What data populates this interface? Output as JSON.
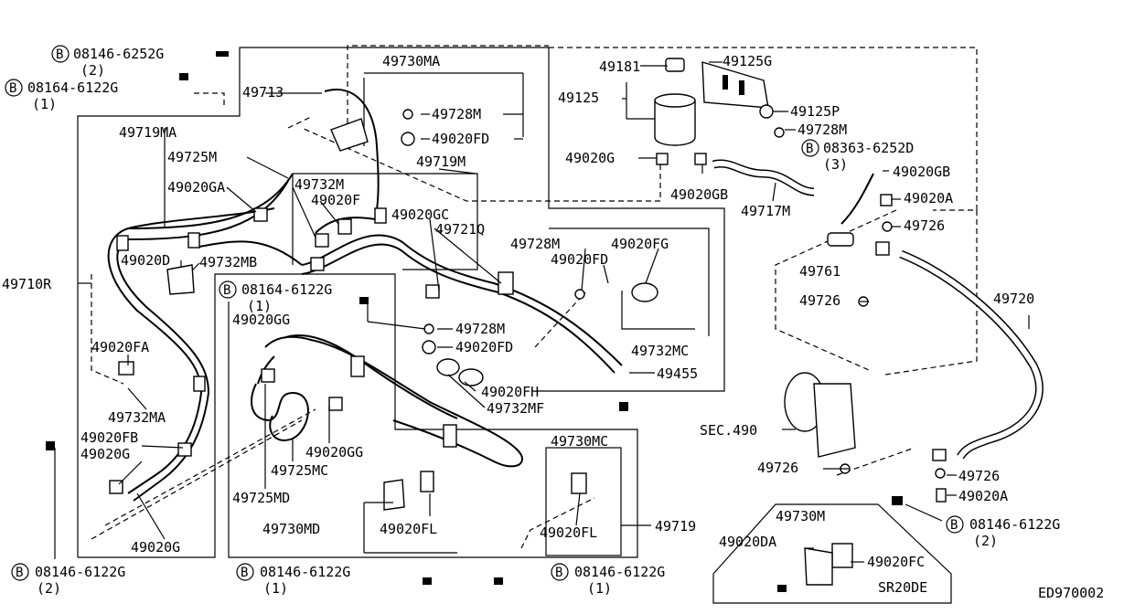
{
  "diagram": {
    "code": "ED970002",
    "section_ref": "SEC.490",
    "engine_variant": "SR20DE",
    "labels": {
      "l_49730MA": "49730MA",
      "l_49713": "49713",
      "l_49728M_a": "49728M",
      "l_49020FD_a": "49020FD",
      "l_49719MA": "49719MA",
      "l_49725M": "49725M",
      "l_49020GA": "49020GA",
      "l_49732M": "49732M",
      "l_49020F": "49020F",
      "l_49719M": "49719M",
      "l_49020GC": "49020GC",
      "l_49721Q": "49721Q",
      "l_49020D": "49020D",
      "l_49732MB": "49732MB",
      "l_49710R": "49710R",
      "l_49020GG_a": "49020GG",
      "l_49728M_b": "49728M",
      "l_49020FD_b": "49020FD",
      "l_49728M_c": "49728M",
      "l_49020FG": "49020FG",
      "l_49020FD_c": "49020FD",
      "l_49732MC": "49732MC",
      "l_49455": "49455",
      "l_49020FA": "49020FA",
      "l_49020FH": "49020FH",
      "l_49732MF": "49732MF",
      "l_49732MA": "49732MA",
      "l_49020FB": "49020FB",
      "l_49020G_a": "49020G",
      "l_49020GG_b": "49020GG",
      "l_49725MC": "49725MC",
      "l_49725MD": "49725MD",
      "l_49020G_b": "49020G",
      "l_49730MD": "49730MD",
      "l_49020FL_a": "49020FL",
      "l_49730MC": "49730MC",
      "l_49020FL_b": "49020FL",
      "l_49719": "49719",
      "l_49181": "49181",
      "l_49125G": "49125G",
      "l_49125": "49125",
      "l_49125P": "49125P",
      "l_49728M_d": "49728M",
      "l_49020G_c": "49020G",
      "l_49020GB_a": "49020GB",
      "l_49717M": "49717M",
      "l_49020GB_b": "49020GB",
      "l_49020A_a": "49020A",
      "l_49726_a": "49726",
      "l_49761": "49761",
      "l_49726_b": "49726",
      "l_49720": "49720",
      "l_49726_c": "49726",
      "l_49726_d": "49726",
      "l_49020A_b": "49020A",
      "l_49730M": "49730M",
      "l_49020DA": "49020DA",
      "l_49020FC": "49020FC"
    },
    "bolt_callouts": [
      {
        "marker": "B",
        "part": "08146-6252G",
        "qty": "(2)"
      },
      {
        "marker": "B",
        "part": "08164-6122G",
        "qty": "(1)"
      },
      {
        "marker": "B",
        "part": "08164-6122G",
        "qty": "(1)"
      },
      {
        "marker": "B",
        "part": "08363-6252D",
        "qty": "(3)"
      },
      {
        "marker": "B",
        "part": "08146-6122G",
        "qty": "(2)"
      },
      {
        "marker": "B",
        "part": "08146-6122G",
        "qty": "(2)"
      },
      {
        "marker": "B",
        "part": "08146-6122G",
        "qty": "(1)"
      },
      {
        "marker": "B",
        "part": "08146-6122G",
        "qty": "(1)"
      }
    ]
  }
}
